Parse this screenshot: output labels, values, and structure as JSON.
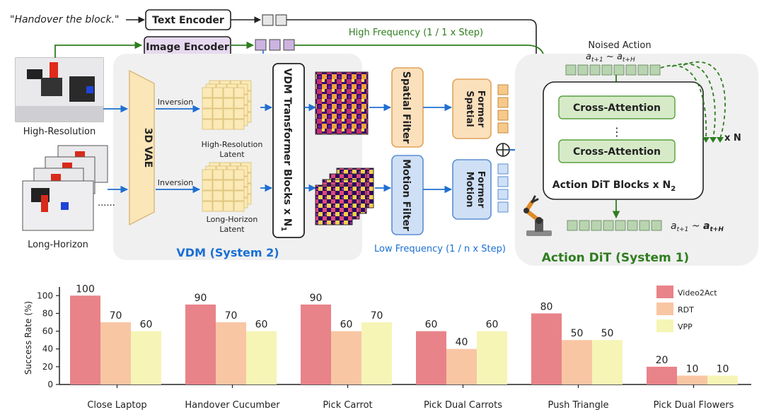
{
  "diagram": {
    "instruction": "\"Handover the block.\"",
    "text_encoder": "Text Encoder",
    "image_encoder": "Image Encoder",
    "high_freq": "High Frequency (1 / 1 x Step)",
    "low_freq": "Low Frequency (1 / n x Step)",
    "noised_action": "Noised Action",
    "action_seq_top": "a",
    "high_res_label": "High-Resolution",
    "long_horizon_label": "Long-Horizon",
    "vae": "3D VAE",
    "inversion": "Inversion",
    "hr_latent_1": "High-Resolution",
    "hr_latent_2": "Latent",
    "lh_latent_1": "Long-Horizon",
    "lh_latent_2": "Latent",
    "vdm_blocks": "VDM Transformer Blocks x N",
    "spatial_filter": "Spatial Filter",
    "motion_filter": "Motion Filter",
    "spatial_former_1": "Spatial",
    "spatial_former_2": "Former",
    "motion_former_1": "Motion",
    "motion_former_2": "Former",
    "cross_attention": "Cross-Attention",
    "dit_blocks": "Action DiT Blocks x N",
    "times_n": "x N",
    "vdm_system": "VDM (System 2)",
    "dit_system": "Action DiT (System 1)",
    "ellipsis": "······",
    "vdots": "⋮"
  },
  "colors": {
    "blue_arrow": "#1f6fd1",
    "green_arrow": "#2e7d1f",
    "vdm_title": "#1a6fd4",
    "dit_title": "#2f7d1f",
    "bar1": "#e88389",
    "bar2": "#f9c6a4",
    "bar3": "#f6f5b6"
  },
  "chart_data": {
    "type": "bar",
    "categories": [
      "Close Laptop",
      "Handover Cucumber",
      "Pick Carrot",
      "Pick Dual Carrots",
      "Push Triangle",
      "Pick Dual Flowers"
    ],
    "series": [
      {
        "name": "Video2Act",
        "values": [
          100,
          90,
          90,
          60,
          80,
          20
        ]
      },
      {
        "name": "RDT",
        "values": [
          70,
          70,
          60,
          40,
          50,
          10
        ]
      },
      {
        "name": "VPP",
        "values": [
          60,
          60,
          70,
          60,
          50,
          10
        ]
      }
    ],
    "ylabel": "Success Rate (%)",
    "xlabel": "",
    "ylim": [
      0,
      105
    ],
    "yticks": [
      0,
      20,
      40,
      60,
      80,
      100
    ],
    "grid": false,
    "legend": "top-right"
  }
}
